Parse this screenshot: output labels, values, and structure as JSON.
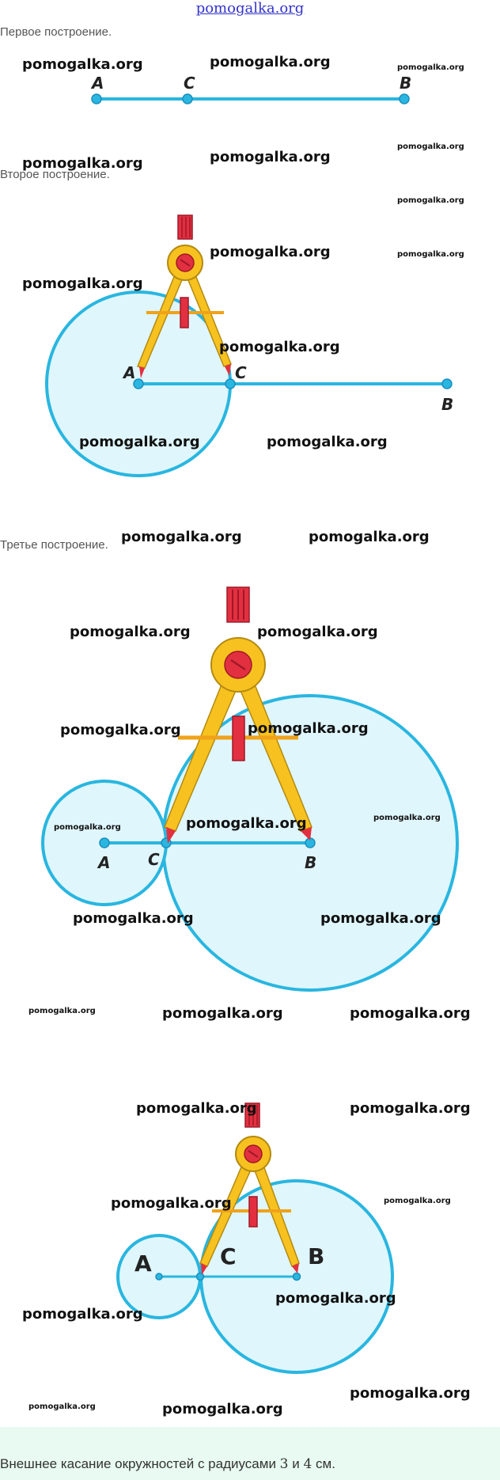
{
  "header": {
    "site": "pomogalka.org"
  },
  "captions": {
    "first": "Первое построение.",
    "second": "Второе построение.",
    "third": "Третье построение."
  },
  "points": {
    "a": "A",
    "b": "B",
    "c": "C"
  },
  "watermark": "pomogalka.org",
  "footer": {
    "text_before": "Внешнее касание окружностей с радиусами ",
    "r1": "3",
    "mid": " и ",
    "r2": "4",
    "unit": " см."
  },
  "colors": {
    "line": "#29b6e0",
    "circle_fill": "#dff6fc",
    "compass_yellow": "#f7c21f",
    "compass_red": "#e23040",
    "compass_orange": "#f0a21a",
    "footer_bg": "#e8faf1"
  }
}
